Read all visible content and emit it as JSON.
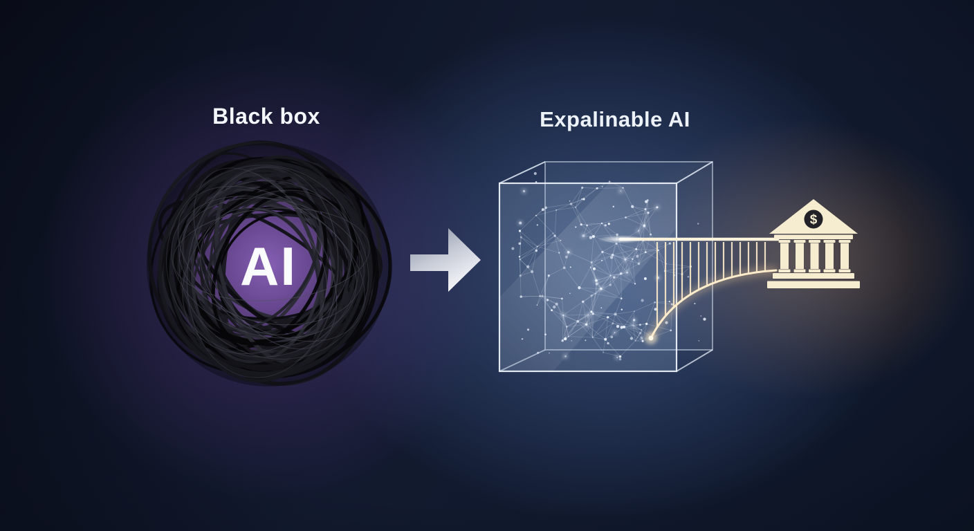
{
  "scene": {
    "left_section": {
      "label": "Black box",
      "ball_text": "AI"
    },
    "right_section": {
      "label": "Expalinable AI"
    },
    "bank": {
      "symbol": "$"
    },
    "colors": {
      "background_navy": "#121a2e",
      "purple_glow": "#6b4a9e",
      "blue_glow": "#5c7cb4",
      "warm_glow": "#d9995c",
      "arrow_silver": "#d6dae2",
      "bank_cream": "#f6eccf",
      "wire_black": "#0d0d12",
      "network_white": "#eef4ff",
      "bridge_glow": "#ffe9c4"
    }
  }
}
